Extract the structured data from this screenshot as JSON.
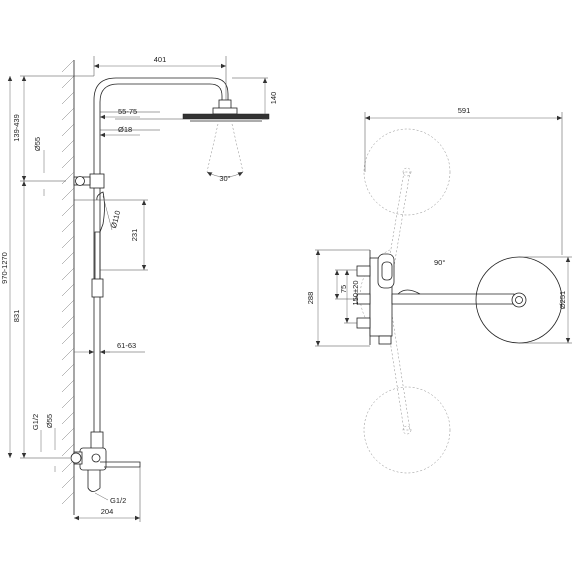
{
  "side_view": {
    "dim_arm_length": "401",
    "dim_head_drop": "140",
    "dim_arm_range": "55-75",
    "dim_top_diameter": "Ø18",
    "dim_top_height": "139-439",
    "dim_wall_diameter_top": "Ø55",
    "dim_spray_angle": "30°",
    "dim_hand_shower_diameter": "Ø110",
    "dim_hand_shower_length": "231",
    "dim_total_height": "970-1270",
    "dim_middle_height": "831",
    "dim_spacing": "61-63",
    "dim_thread_left": "G1/2",
    "dim_wall_diameter_bottom": "Ø55",
    "dim_thread_bottom": "G1/2",
    "dim_spout_length": "204"
  },
  "top_view": {
    "dim_width": "591",
    "dim_rotation": "90°",
    "dim_mixer_height": "288",
    "dim_offset": "75",
    "dim_centers": "150±20",
    "dim_head_diameter": "Ø251"
  }
}
